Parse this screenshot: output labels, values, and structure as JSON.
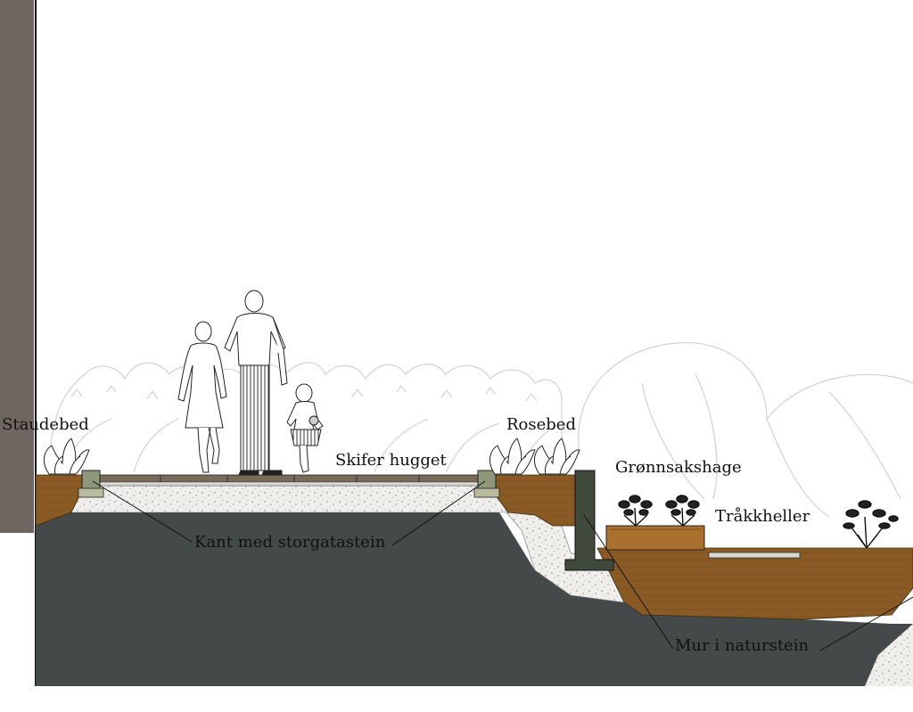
{
  "labels": {
    "staudebed": "Staudebed",
    "rosebed": "Rosebed",
    "skifer": "Skifer hugget",
    "gronnsakshage": "Grønnsakshage",
    "trakkheller": "Tråkkheller",
    "kant": "Kant med storgatastein",
    "mur": "Mur i naturstein"
  },
  "colors": {
    "wall": "#6f6561",
    "subsoil": "#444a49",
    "topsoil": "#8a5a24",
    "gravel": "#eeede8",
    "slate": "#7a6a5a",
    "edge_stone": "#8e977a",
    "retaining_wall": "#3f4a3c",
    "planter": "#a9702e",
    "hedge_line": "#d4d4d4"
  }
}
